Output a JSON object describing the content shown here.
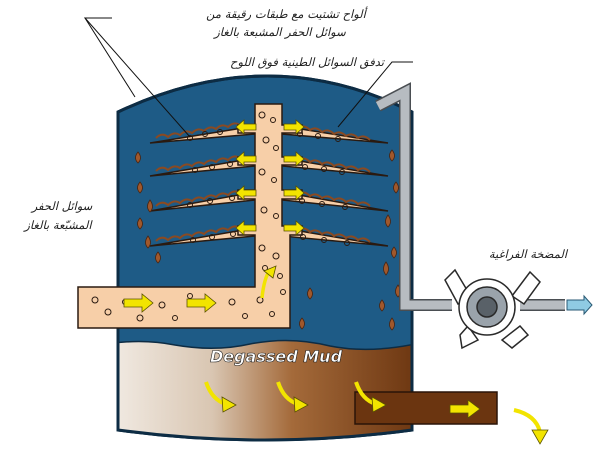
{
  "labels": {
    "plates_line1": "ألواح تشتيت مع طبقات رقيقة من",
    "plates_line2": "سوائل الحفر المشبعة بالغاز",
    "flow_over_plate": "تدفق السوائل الطينية فوق اللوح",
    "inlet_line1": "سوائل الحفر",
    "inlet_line2": "المشبّعة بالغاز",
    "vacuum_pump": "المضخة الفراغية",
    "degassed_mud": "Degassed Mud"
  },
  "colors": {
    "vessel_fill": "#1e5b86",
    "mud_fluid": "#f7cfa8",
    "drop": "#a0582c",
    "arrow": "#f2e400",
    "outlet_pipe": "#6b3510",
    "vent_pipe": "#b7bcc1",
    "exhaust_arrow": "#8fcbe3"
  },
  "icons": {
    "pump": "vacuum-pump-icon",
    "arrow": "flow-arrow-icon"
  }
}
